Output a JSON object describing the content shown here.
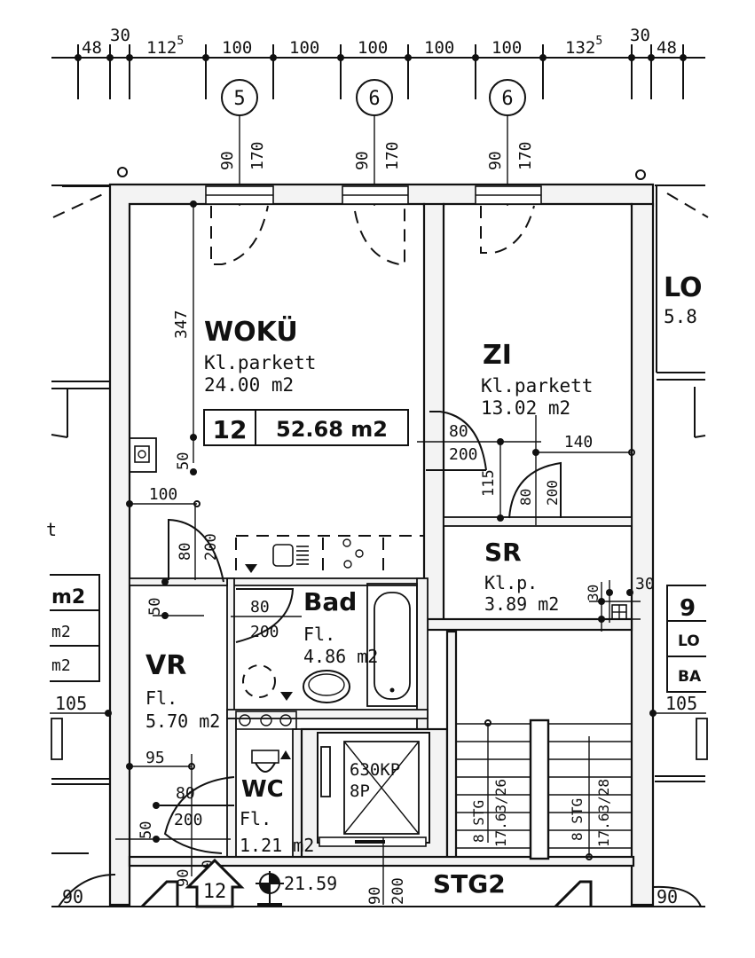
{
  "dimension_chain": {
    "segments": [
      "48",
      "30",
      "112",
      "100",
      "100",
      "100",
      "100",
      "100",
      "132",
      "30",
      "48"
    ],
    "superscripts": {
      "2": "5",
      "8": "5"
    }
  },
  "axis_markers": [
    "5",
    "6",
    "6"
  ],
  "window_heights": [
    {
      "sill": "90",
      "height": "170"
    },
    {
      "sill": "90",
      "height": "170"
    },
    {
      "sill": "90",
      "height": "170"
    }
  ],
  "rooms": {
    "woku": {
      "name": "WOKÜ",
      "floor": "Kl.parkett",
      "area": "24.00 m2"
    },
    "zi": {
      "name": "ZI",
      "floor": "Kl.parkett",
      "area": "13.02 m2"
    },
    "sr": {
      "name": "SR",
      "floor": "Kl.p.",
      "area": "3.89 m2"
    },
    "bad": {
      "name": "Bad",
      "floor": "Fl.",
      "area": "4.86 m2"
    },
    "vr": {
      "name": "VR",
      "floor": "Fl.",
      "area": "5.70 m2"
    },
    "wc": {
      "name": "WC",
      "floor": "Fl.",
      "area": "1.21 m2"
    },
    "lo_right": {
      "name": "LO",
      "area": "5.8"
    },
    "stg2": {
      "name": "STG2"
    }
  },
  "apartment": {
    "number": "12",
    "total_area": "52.68 m2"
  },
  "neighbor_right": {
    "number": "9",
    "rows": [
      "LO",
      "BA"
    ]
  },
  "neighbor_left": {
    "rows": [
      "m2",
      "m2",
      "m2"
    ],
    "partial_text": "t"
  },
  "dimensions": {
    "woku_height": "347",
    "niche_50": "50",
    "kitchen_100": "100",
    "door_vr_w": "80",
    "door_vr_h": "200",
    "vr_50": "50",
    "bad_door_w": "80",
    "bad_door_h": "200",
    "zi_door_w": "80",
    "zi_door_h": "200",
    "zi_115": "115",
    "sr_door_w": "80",
    "sr_door_h": "200",
    "sr_140": "140",
    "sr_30a": "30",
    "sr_30b": "30",
    "vr_95": "95",
    "wc_door_w": "80",
    "wc_door_h": "200",
    "wc_50": "50",
    "entry_w": "90",
    "entry_h": "200",
    "left_105": "105",
    "right_105": "105",
    "left_90": "90",
    "right_90": "90",
    "lift_door_w": "90",
    "lift_door_h": "200"
  },
  "elevator": {
    "line1": "630KP",
    "line2": "8P"
  },
  "stairs": {
    "left": {
      "count": "8 STG",
      "ratio": "17.63/26"
    },
    "right": {
      "count": "8 STG",
      "ratio": "17.63/28"
    }
  },
  "level": {
    "value": "21.59"
  },
  "entry_marker": {
    "number": "12"
  }
}
